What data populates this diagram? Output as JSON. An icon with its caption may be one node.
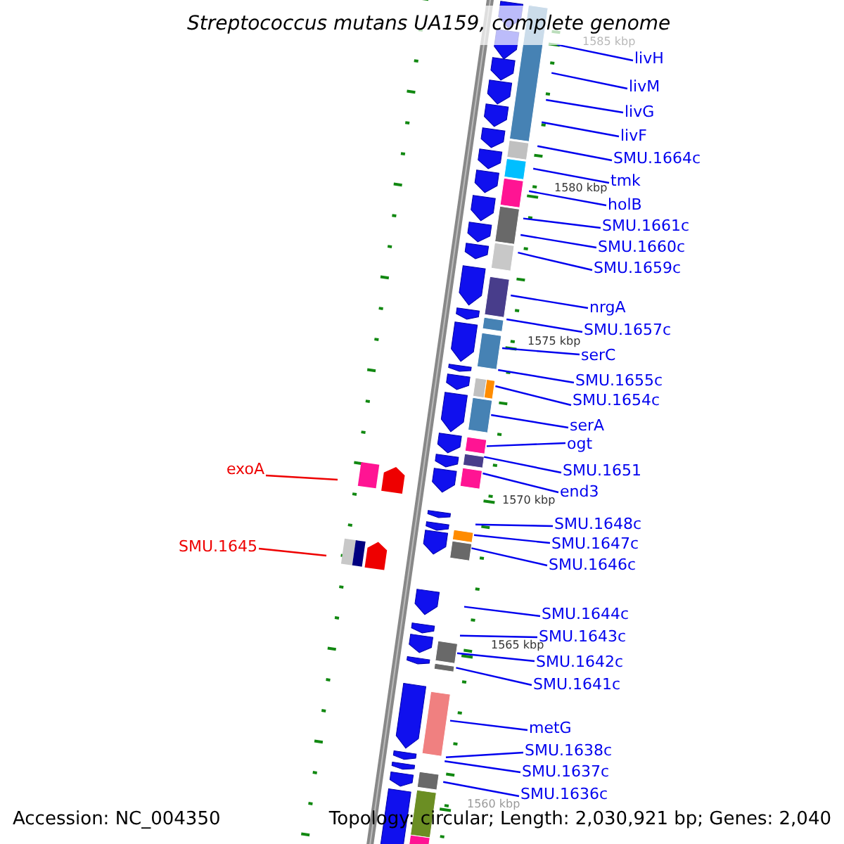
{
  "diagram": {
    "title": "Streptococcus mutans UA159, complete genome",
    "nodes": [
      {
        "text": [
          "livH"
        ]
      },
      {
        "text": [
          "livM"
        ]
      },
      {
        "text": [
          "livG"
        ]
      },
      {
        "text": [
          "livF"
        ]
      },
      {
        "text": [
          "SMU.1664c"
        ]
      },
      {
        "text": [
          "tmk"
        ]
      },
      {
        "text": [
          "holB"
        ]
      },
      {
        "text": [
          "SMU.1661c"
        ]
      },
      {
        "text": [
          "SMU.1660c"
        ]
      },
      {
        "text": [
          "SMU.1659c"
        ]
      },
      {
        "text": [
          "nrgA"
        ]
      },
      {
        "text": [
          "SMU.1657c"
        ]
      },
      {
        "text": [
          "serC"
        ]
      },
      {
        "text": [
          "SMU.1655c"
        ]
      },
      {
        "text": [
          "SMU.1654c"
        ]
      },
      {
        "text": [
          "serA"
        ]
      },
      {
        "text": [
          "ogt"
        ]
      },
      {
        "text": [
          "exoA"
        ]
      },
      {
        "text": [
          "SMU.1651"
        ]
      },
      {
        "text": [
          "end3"
        ]
      },
      {
        "text": [
          "SMU.1648c"
        ]
      },
      {
        "text": [
          "SMU.1647c"
        ]
      },
      {
        "text": [
          "SMU.1645"
        ]
      },
      {
        "text": [
          "SMU.1646c"
        ]
      },
      {
        "text": [
          "SMU.1644c"
        ]
      },
      {
        "text": [
          "SMU.1643c"
        ]
      },
      {
        "text": [
          "SMU.1642c"
        ]
      },
      {
        "text": [
          "SMU.1641c"
        ]
      },
      {
        "text": [
          "metG"
        ]
      },
      {
        "text": [
          "SMU.1638c"
        ]
      },
      {
        "text": [
          "SMU.1637c"
        ]
      },
      {
        "text": [
          "SMU.1636c"
        ]
      }
    ],
    "edges": [
      {
        "from": 0,
        "to": null,
        "arrow": "none"
      },
      {
        "from": 1,
        "to": null,
        "arrow": "none"
      },
      {
        "from": 2,
        "to": null,
        "arrow": "none"
      },
      {
        "from": 3,
        "to": null,
        "arrow": "none"
      },
      {
        "from": 4,
        "to": null,
        "arrow": "none"
      },
      {
        "from": 5,
        "to": null,
        "arrow": "none"
      },
      {
        "from": 6,
        "to": null,
        "arrow": "none"
      },
      {
        "from": 7,
        "to": null,
        "arrow": "none"
      },
      {
        "from": 8,
        "to": null,
        "arrow": "none"
      },
      {
        "from": 9,
        "to": null,
        "arrow": "none"
      },
      {
        "from": 10,
        "to": null,
        "arrow": "none"
      },
      {
        "from": 11,
        "to": null,
        "arrow": "none"
      },
      {
        "from": 12,
        "to": null,
        "arrow": "none"
      },
      {
        "from": 13,
        "to": null,
        "arrow": "none"
      },
      {
        "from": 14,
        "to": null,
        "arrow": "none"
      },
      {
        "from": 15,
        "to": null,
        "arrow": "none"
      },
      {
        "from": 16,
        "to": null,
        "arrow": "none"
      },
      {
        "from": 17,
        "to": null,
        "arrow": "none",
        "color": "#ee0000"
      },
      {
        "from": 18,
        "to": null,
        "arrow": "none"
      },
      {
        "from": 19,
        "to": null,
        "arrow": "none"
      },
      {
        "from": 20,
        "to": null,
        "arrow": "none"
      },
      {
        "from": 21,
        "to": null,
        "arrow": "none"
      },
      {
        "from": 22,
        "to": null,
        "arrow": "none",
        "color": "#ee0000"
      },
      {
        "from": 23,
        "to": null,
        "arrow": "none"
      },
      {
        "from": 24,
        "to": null,
        "arrow": "none"
      },
      {
        "from": 25,
        "to": null,
        "arrow": "none"
      },
      {
        "from": 26,
        "to": null,
        "arrow": "none"
      },
      {
        "from": 27,
        "to": null,
        "arrow": "none"
      },
      {
        "from": 28,
        "to": null,
        "arrow": "none"
      },
      {
        "from": 29,
        "to": null,
        "arrow": "none"
      },
      {
        "from": 30,
        "to": null,
        "arrow": "none"
      },
      {
        "from": 31,
        "to": null,
        "arrow": "none"
      }
    ],
    "labels": [
      "1585 kbp",
      "1580 kbp",
      "1575 kbp",
      "1570 kbp",
      "1565 kbp",
      "1560 kbp",
      "Accession: NC_004350",
      "Topology: circular; Length: 2,030,921 bp; Genes: 2,040"
    ]
  }
}
